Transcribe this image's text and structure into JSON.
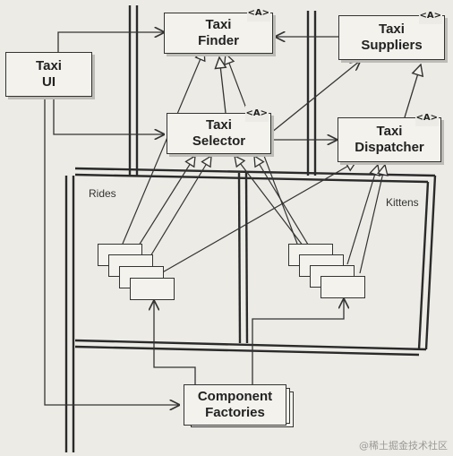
{
  "boxes": {
    "taxi_ui": {
      "line1": "Taxi",
      "line2": "UI"
    },
    "taxi_finder": {
      "line1": "Taxi",
      "line2": "Finder",
      "tag": "<A>"
    },
    "taxi_suppliers": {
      "line1": "Taxi",
      "line2": "Suppliers",
      "tag": "<A>"
    },
    "taxi_selector": {
      "line1": "Taxi",
      "line2": "Selector",
      "tag": "<A>"
    },
    "taxi_dispatcher": {
      "line1": "Taxi",
      "line2": "Dispatcher",
      "tag": "<A>"
    },
    "component_factories": {
      "line1": "Component",
      "line2": "Factories"
    }
  },
  "regions": {
    "rides": "Rides",
    "kittens": "Kittens"
  },
  "watermark": "@稀土掘金技术社区"
}
